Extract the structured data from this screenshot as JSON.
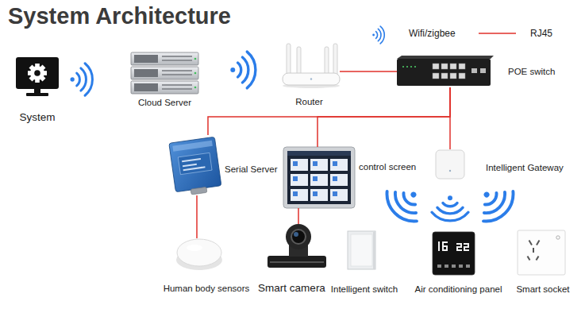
{
  "diagram": {
    "title": "System Architecture",
    "nodes": [
      {
        "text": [
          "System"
        ]
      },
      {
        "text": [
          "Cloud Server"
        ]
      },
      {
        "text": [
          "Router"
        ]
      },
      {
        "text": [
          "POE switch"
        ]
      },
      {
        "text": [
          "Serial Server"
        ]
      },
      {
        "text": [
          "control screen"
        ]
      },
      {
        "text": [
          "Intelligent Gateway"
        ]
      },
      {
        "text": [
          "Human body sensors"
        ]
      },
      {
        "text": [
          "Smart camera"
        ]
      },
      {
        "text": [
          "Intelligent switch"
        ]
      },
      {
        "text": [
          "Air conditioning panel"
        ]
      },
      {
        "text": [
          "Smart socket"
        ]
      }
    ],
    "edges": [
      {
        "from": 2,
        "to": 3,
        "arrow": "none"
      },
      {
        "from": 3,
        "to": 4,
        "arrow": "none"
      },
      {
        "from": 3,
        "to": 5,
        "arrow": "none"
      },
      {
        "from": 3,
        "to": 6,
        "arrow": "none"
      },
      {
        "from": 4,
        "to": 7,
        "arrow": "none"
      },
      {
        "from": 5,
        "to": 8,
        "arrow": "none"
      }
    ],
    "legend": [
      {
        "text": "Wifi/zigbee"
      },
      {
        "text": "RJ45"
      }
    ]
  }
}
